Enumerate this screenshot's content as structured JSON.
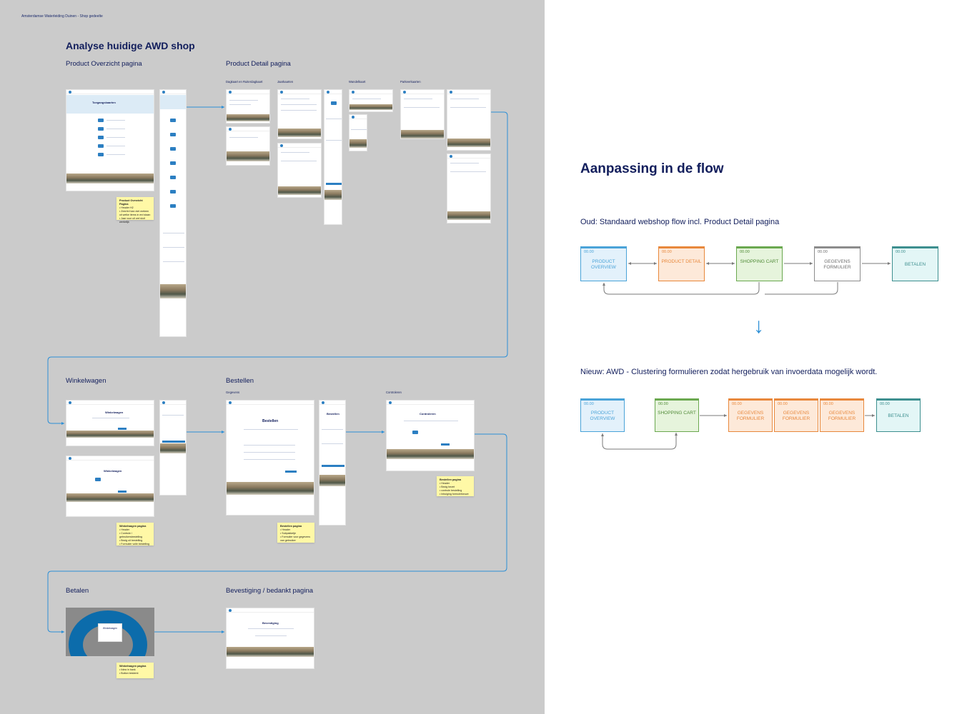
{
  "breadcrumb": "Amsterdamse Waterleiding Duinen  -  Shop gedeelte",
  "analysis": {
    "title": "Analyse huidige AWD shop",
    "sections": {
      "overview": "Product Overzicht pagina",
      "detail": "Product Detail pagina",
      "cart": "Winkelwagen",
      "order": "Bestellen",
      "pay": "Betalen",
      "confirm": "Bevestiging / bedankt pagina"
    },
    "sublabels": {
      "dagkaart": "Dagkaart en Ruiterdagkaart",
      "jaarkaarten": "Jaarkaarten",
      "wandelkaart": "Wandelkaart",
      "parkeerkaarten": "Parkeerkaarten",
      "gegevens": "Gegevens",
      "controleren": "Controleren"
    },
    "thumb_titles": {
      "toegangskaarten": "Toegangskaarten",
      "winkelwagen": "Winkelwagen",
      "bestellen": "Bestellen",
      "controleren": "Controleren",
      "bevestiging": "Bevestiging",
      "betaling": "Winkelwagen"
    },
    "stickies": [
      {
        "title": "Product Overzicht Pagina",
        "items": [
          "Header H2",
          "Zeer/erl kan niet meteen uit welke items in erd staan",
          "Jaar voor uit wel sluit werkelijk"
        ]
      },
      {
        "title": "Winkelwagen pagina",
        "items": [
          "Header",
          "Controle / gebruikersbestelling",
          "Bezig uit bestelling",
          "Formulier volle bestelling"
        ]
      },
      {
        "title": "Bestellen pagina",
        "items": [
          "Header",
          "Subpakketje",
          "Formulier voor gegevens van gebruiker"
        ]
      },
      {
        "title": "Bestellen pagina",
        "items": [
          "Header",
          "Bezig bezet",
          "controle bestelling",
          "Inbulging formulerkeuze"
        ]
      },
      {
        "title": "Winkelwagen pagina",
        "items": [
          "Iidea in bank",
          "Button bestemt"
        ]
      }
    ]
  },
  "flow": {
    "title": "Aanpassing in de flow",
    "old_label": "Oud: Standaard webshop flow incl. Product Detail pagina",
    "new_label": "Nieuw: AWD - Clustering formulieren zodat hergebruik van invoerdata mogelijk wordt.",
    "old_boxes": [
      {
        "code": "00.00",
        "label": "PRODUCT OVERVIEW",
        "color": "#4aa3d8",
        "bg": "#e3f1fb"
      },
      {
        "code": "00.00",
        "label": "PRODUCT DETAIL",
        "color": "#e8883c",
        "bg": "#fde9d9"
      },
      {
        "code": "00.00",
        "label": "SHOPPING CART",
        "color": "#6aa84f",
        "bg": "#e6f4dc"
      },
      {
        "code": "00.00",
        "label": "GEGEVENS FORMULIER",
        "color": "#8c8c8c",
        "bg": "#ffffff"
      },
      {
        "code": "00.00",
        "label": "BETALEN",
        "color": "#3d8f8f",
        "bg": "#e3f6f6"
      }
    ],
    "new_boxes": [
      {
        "code": "00.00",
        "label": "PRODUCT OVERVIEW",
        "color": "#4aa3d8",
        "bg": "#e3f1fb"
      },
      {
        "code": "00.00",
        "label": "SHOPPING CART",
        "color": "#6aa84f",
        "bg": "#e6f4dc"
      },
      {
        "code": "00.00",
        "label": "GEGEVENS FORMULIER",
        "color": "#e8883c",
        "bg": "#fde9d9"
      },
      {
        "code": "00.00",
        "label": "GEGEVENS FORMULIER",
        "color": "#e8883c",
        "bg": "#fde9d9"
      },
      {
        "code": "00.00",
        "label": "GEGEVENS FORMULIER",
        "color": "#e8883c",
        "bg": "#fde9d9"
      },
      {
        "code": "00.00",
        "label": "BETALEN",
        "color": "#3d8f8f",
        "bg": "#e3f6f6"
      }
    ],
    "down_arrow": "↓"
  }
}
